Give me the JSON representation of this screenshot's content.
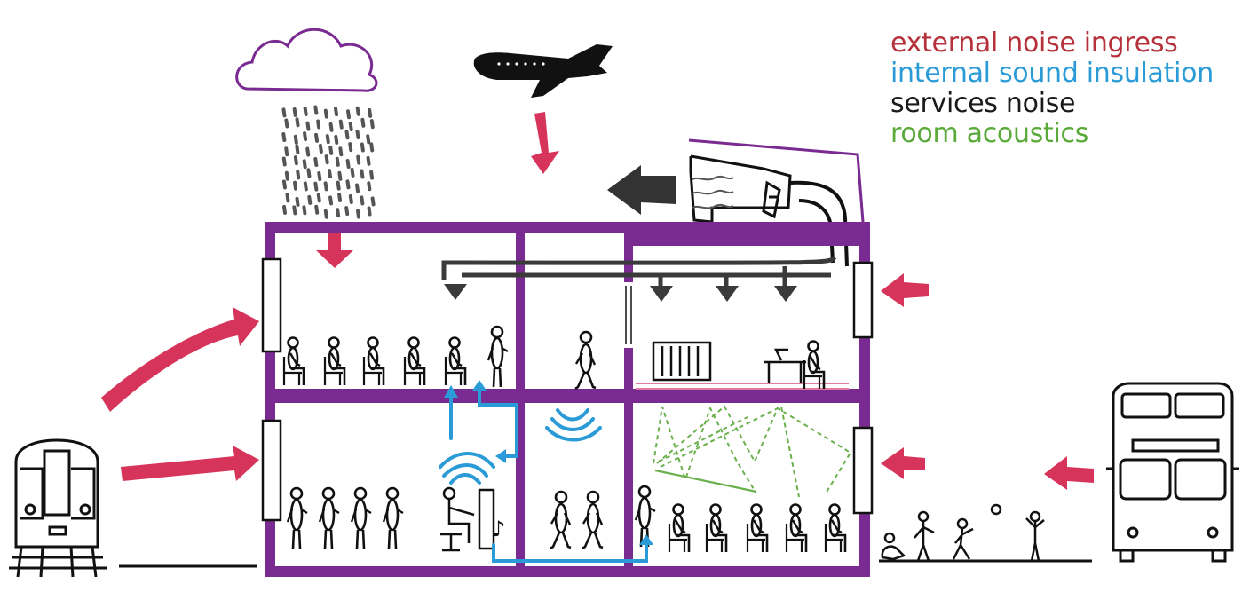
{
  "legend": {
    "items": [
      {
        "key": "external",
        "label": "external noise ingress",
        "color": "#b5323c"
      },
      {
        "key": "internal",
        "label": "internal sound insulation",
        "color": "#2a9bd6"
      },
      {
        "key": "services",
        "label": "services noise",
        "color": "#1a1a1a"
      },
      {
        "key": "acoustics",
        "label": "room acoustics",
        "color": "#5aaa3a"
      }
    ]
  },
  "colors": {
    "building": "#7a2b91",
    "external_arrow": "#d6345a",
    "internal_path": "#2a9bd6",
    "services_duct": "#3a3a3a",
    "acoustic_rays": "#6ab04c",
    "floor_line": "#e07aa0",
    "ink": "#111111"
  },
  "icons": {
    "cloud": "cloud-icon",
    "rain": "rain-icon",
    "plane": "airplane-icon",
    "train": "train-icon",
    "bus": "double-decker-bus-icon",
    "fan": "fan-icon",
    "radiator": "radiator-icon",
    "piano": "piano-icon",
    "laptop": "laptop-icon",
    "music_note": "music-note-icon"
  },
  "music_note_glyph": "♪"
}
